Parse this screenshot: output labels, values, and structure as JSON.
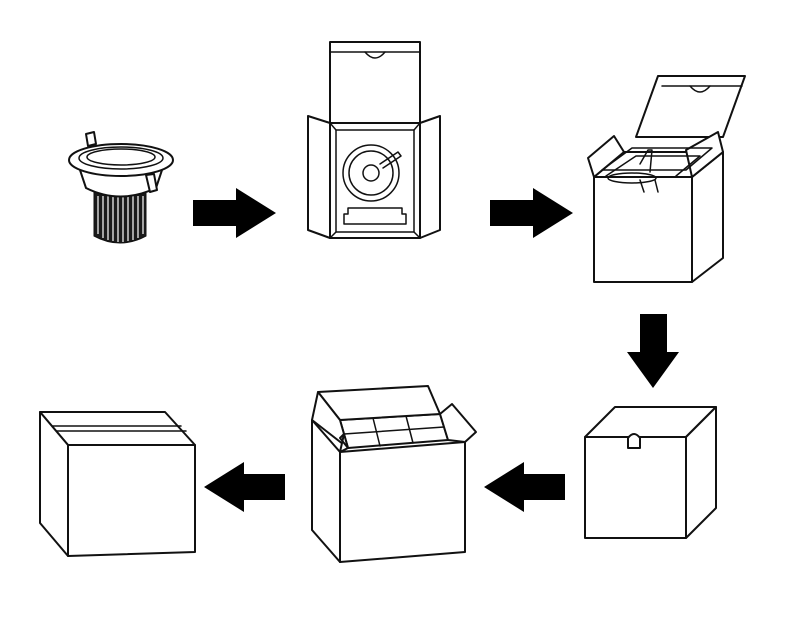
{
  "diagram": {
    "type": "packaging-process-flow",
    "steps": [
      {
        "id": 1,
        "depicts": "led-downlight-product-icon"
      },
      {
        "id": 2,
        "depicts": "open-inner-box-with-insert-icon"
      },
      {
        "id": 3,
        "depicts": "product-in-open-box-icon"
      },
      {
        "id": 4,
        "depicts": "closed-sealed-box-icon"
      },
      {
        "id": 5,
        "depicts": "open-master-carton-with-boxes-icon"
      },
      {
        "id": 6,
        "depicts": "sealed-master-carton-icon"
      }
    ],
    "flow": [
      "right",
      "right",
      "down",
      "left",
      "left"
    ],
    "colors": {
      "line": "#111111",
      "arrow": "#000000",
      "background": "#ffffff"
    }
  }
}
